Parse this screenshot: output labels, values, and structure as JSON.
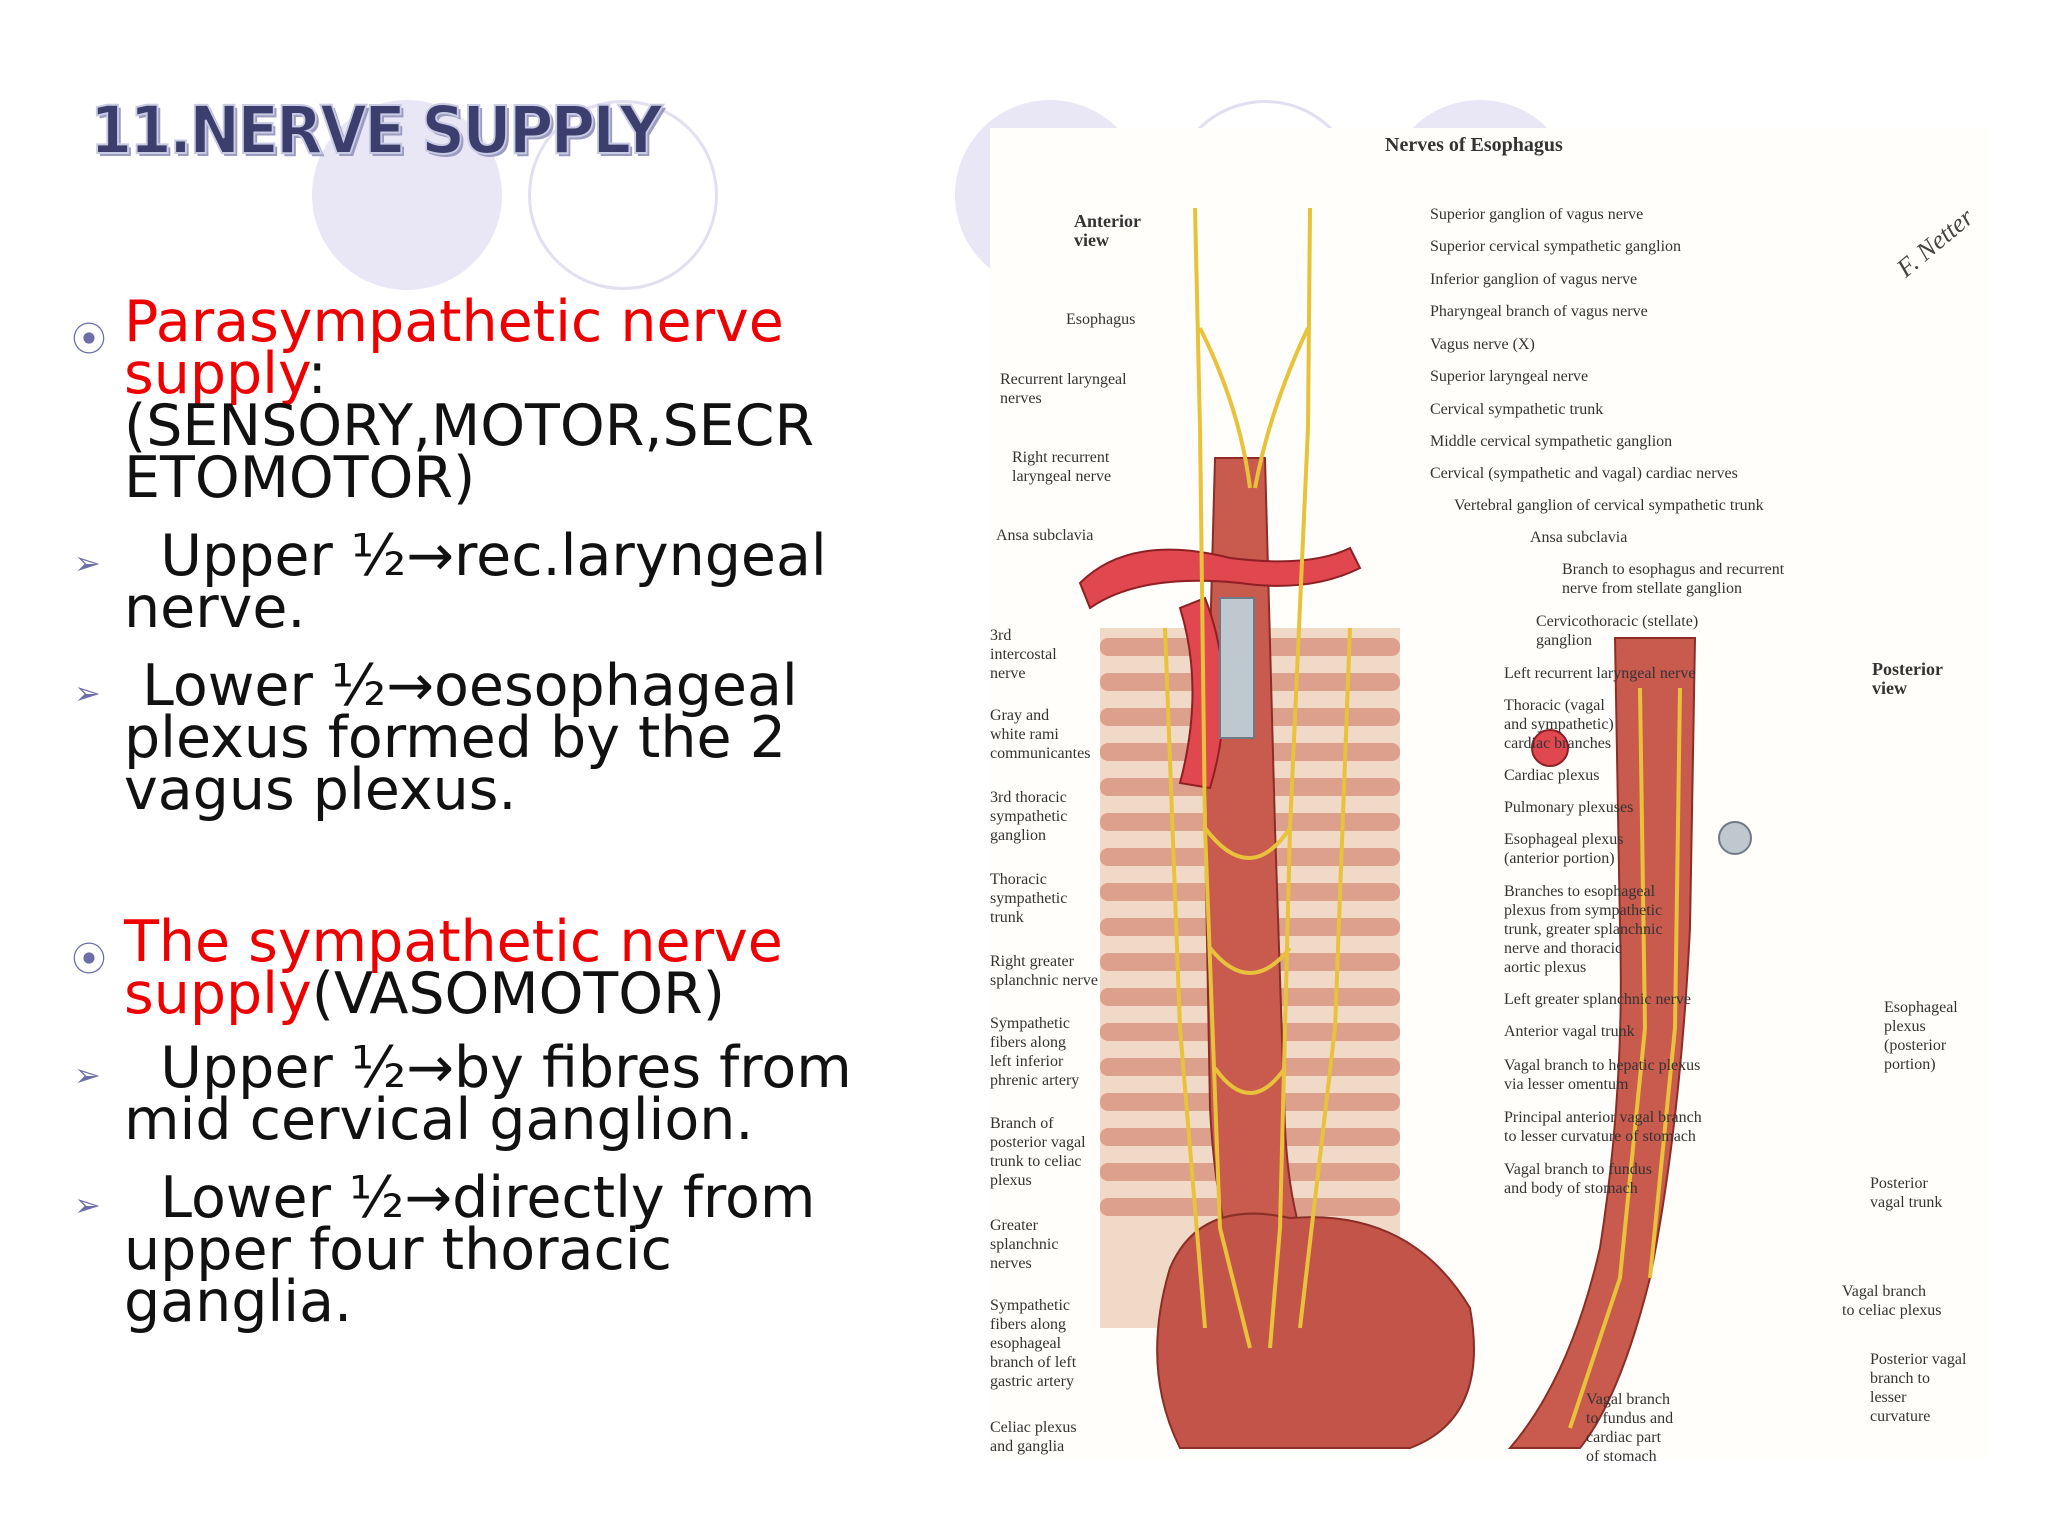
{
  "slide": {
    "title": "11.NERVE SUPPLY",
    "items": [
      {
        "type": "circle",
        "red": "Parasympathetic nerve supply",
        "rest": ":\n(SENSORY,MOTOR,SECR\nETOMOTOR)"
      },
      {
        "type": "arrow",
        "text": "  Upper ½→rec.laryngeal\nnerve."
      },
      {
        "type": "arrow",
        "text": " Lower ½→oesophageal\nplexus formed by the 2\nvagus plexus."
      },
      {
        "type": "circle",
        "red": "The sympathetic nerve supply",
        "rest": "(VASOMOTOR)"
      },
      {
        "type": "arrow",
        "text": "  Upper ½→by fibres from\nmid cervical ganglion."
      },
      {
        "type": "arrow",
        "text": "  Lower ½→directly from\nupper four thoracic\nganglia."
      }
    ]
  },
  "figure": {
    "title": "Nerves of Esophagus",
    "view_anterior": "Anterior\nview",
    "view_posterior": "Posterior\nview",
    "left_labels": [
      "Esophagus",
      "Recurrent laryngeal\nnerves",
      "Right recurrent\nlaryngeal nerve",
      "Ansa subclavia",
      "3rd\nintercostal\nnerve",
      "Gray and\nwhite rami\ncommunicantes",
      "3rd thoracic\nsympathetic\nganglion",
      "Thoracic\nsympathetic\ntrunk",
      "Right greater\nsplanchnic nerve",
      "Sympathetic\nfibers along\nleft inferior\nphrenic artery",
      "Branch of\nposterior vagal\ntrunk to celiac\nplexus",
      "Greater\nsplanchnic\nnerves",
      "Sympathetic\nfibers along\nesophageal\nbranch of left\ngastric artery",
      "Celiac plexus\nand ganglia"
    ],
    "right_labels": [
      "Superior ganglion of vagus nerve",
      "Superior cervical sympathetic ganglion",
      "Inferior ganglion of vagus nerve",
      "Pharyngeal branch of vagus nerve",
      "Vagus nerve (X)",
      "Superior laryngeal nerve",
      "Cervical sympathetic trunk",
      "Middle cervical sympathetic ganglion",
      "Cervical (sympathetic and vagal) cardiac nerves",
      "Vertebral ganglion of cervical sympathetic trunk",
      "Ansa subclavia",
      "Branch to esophagus and recurrent\nnerve from stellate ganglion",
      "Cervicothoracic (stellate)\nganglion",
      "Left recurrent laryngeal nerve",
      "Thoracic (vagal\nand sympathetic)\ncardiac branches",
      "Cardiac plexus",
      "Pulmonary plexuses",
      "Esophageal plexus\n(anterior portion)",
      "Branches to esophageal\nplexus from sympathetic\ntrunk, greater splanchnic\nnerve and thoracic\naortic plexus",
      "Left greater splanchnic nerve",
      "Anterior vagal trunk",
      "Vagal branch to hepatic plexus\nvia lesser omentum",
      "Principal anterior vagal branch\nto lesser curvature of stomach",
      "Vagal branch to fundus\nand body of stomach"
    ],
    "bottom_label": "Vagal branch\nto fundus and\ncardiac part\nof stomach",
    "posterior_labels": [
      "Esophageal\nplexus\n(posterior\nportion)",
      "Posterior\nvagal trunk",
      "Vagal branch\nto celiac plexus",
      "Posterior vagal\nbranch to\nlesser\ncurvature"
    ],
    "signature": "F. Netter"
  },
  "colors": {
    "accent_red": "#ee0000",
    "title_color": "#3c3f6e",
    "deco_circle": "#e8e6f4",
    "nerve_yellow": "#e8c23a",
    "muscle_red": "#c95a4e",
    "artery_red": "#e0474f"
  }
}
